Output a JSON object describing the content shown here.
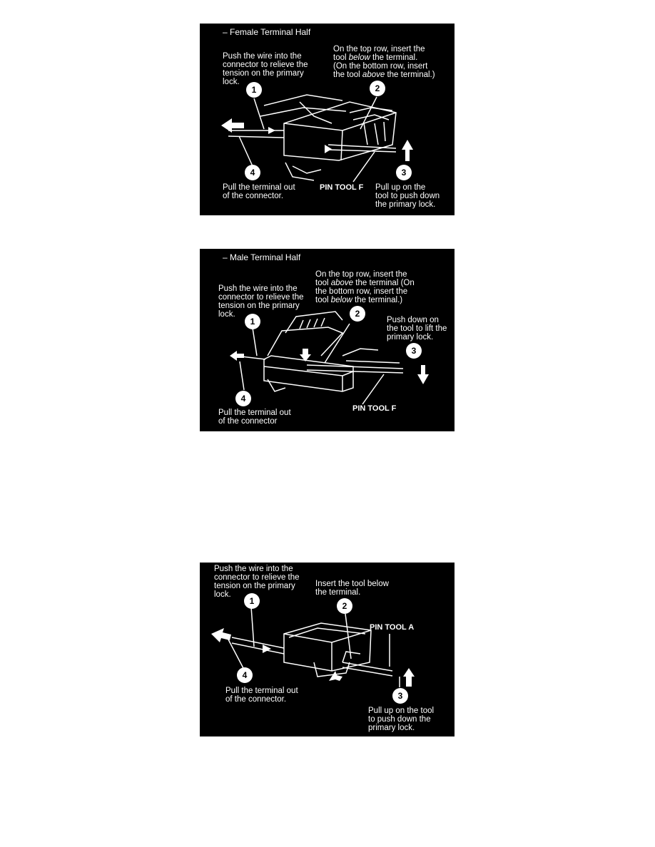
{
  "colors": {
    "panel_bg": "#000000",
    "page_bg": "#ffffff",
    "ink": "#ffffff"
  },
  "figure1": {
    "title": "– Female Terminal Half",
    "push_text": [
      "Push the wire into the",
      "connector to relieve the",
      "tension on the primary",
      "lock."
    ],
    "insert_text_a": "On the top row, insert the",
    "insert_text_b1": "tool ",
    "insert_text_b_em": "below",
    "insert_text_b2": " the terminal.",
    "insert_text_c": "(On the bottom row, insert",
    "insert_text_d1": "the tool ",
    "insert_text_d_em": "above",
    "insert_text_d2": " the terminal.)",
    "pull_text": [
      "Pull the terminal out",
      "of the connector."
    ],
    "tool_label": "PIN TOOL F",
    "pullup_text": [
      "Pull up on the",
      "tool to push down",
      "the primary lock."
    ],
    "callouts": [
      "1",
      "2",
      "3",
      "4"
    ]
  },
  "figure2": {
    "title": "– Male Terminal Half",
    "push_text": [
      "Push the wire into the",
      "connector to relieve the",
      "tension on the primary",
      "lock."
    ],
    "insert_text_a": "On the top row, insert the",
    "insert_text_b1": "tool ",
    "insert_text_b_em": "above",
    "insert_text_b2": " the terminal (On",
    "insert_text_c": "the bottom row, insert the",
    "insert_text_d1": "tool ",
    "insert_text_d_em": "below",
    "insert_text_d2": " the terminal.)",
    "pushdown_text": [
      "Push down on",
      "the tool to lift the",
      "primary lock."
    ],
    "pull_text": [
      "Pull the terminal out",
      "of the connector"
    ],
    "tool_label": "PIN TOOL F",
    "callouts": [
      "1",
      "2",
      "3",
      "4"
    ]
  },
  "figure3": {
    "push_text": [
      "Push the wire into the",
      "connector to relieve the",
      "tension on the primary",
      "lock."
    ],
    "insert_text": [
      "Insert the tool below",
      "the terminal."
    ],
    "tool_label": "PIN TOOL A",
    "pull_text": [
      "Pull the terminal out",
      "of the connector."
    ],
    "pullup_text": [
      "Pull up on the tool",
      "to push down the",
      "primary lock."
    ],
    "callouts": [
      "1",
      "2",
      "3",
      "4"
    ]
  }
}
